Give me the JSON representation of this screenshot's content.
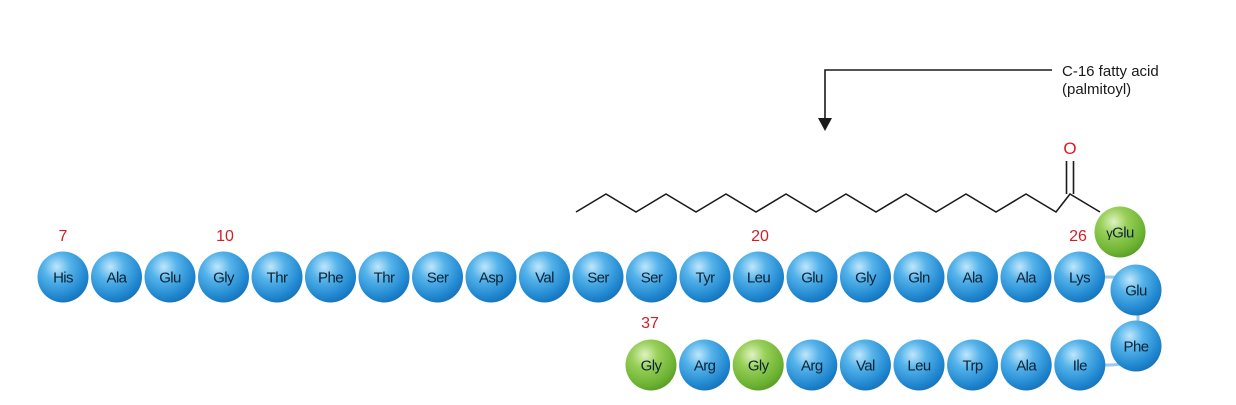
{
  "colors": {
    "blue_residue": "#2a92d6",
    "green_residue": "#78bb3a",
    "number_red": "#d21f26",
    "line": "#1a1a1a"
  },
  "top_row": [
    {
      "name": "His",
      "color": "blue"
    },
    {
      "name": "Ala",
      "color": "blue"
    },
    {
      "name": "Glu",
      "color": "blue"
    },
    {
      "name": "Gly",
      "color": "blue"
    },
    {
      "name": "Thr",
      "color": "blue"
    },
    {
      "name": "Phe",
      "color": "blue"
    },
    {
      "name": "Thr",
      "color": "blue"
    },
    {
      "name": "Ser",
      "color": "blue"
    },
    {
      "name": "Asp",
      "color": "blue"
    },
    {
      "name": "Val",
      "color": "blue"
    },
    {
      "name": "Ser",
      "color": "blue"
    },
    {
      "name": "Ser",
      "color": "blue"
    },
    {
      "name": "Tyr",
      "color": "blue"
    },
    {
      "name": "Leu",
      "color": "blue"
    },
    {
      "name": "Glu",
      "color": "blue"
    },
    {
      "name": "Gly",
      "color": "blue"
    },
    {
      "name": "Gln",
      "color": "blue"
    },
    {
      "name": "Ala",
      "color": "blue"
    },
    {
      "name": "Ala",
      "color": "blue"
    },
    {
      "name": "Lys",
      "color": "blue"
    }
  ],
  "gamma_glu": {
    "name": "Glu",
    "prefix": "γ",
    "color": "green"
  },
  "turn_residues": [
    {
      "name": "Glu",
      "color": "blue"
    },
    {
      "name": "Phe",
      "color": "blue"
    }
  ],
  "bottom_row": [
    {
      "name": "Gly",
      "color": "green"
    },
    {
      "name": "Arg",
      "color": "blue"
    },
    {
      "name": "Gly",
      "color": "green"
    },
    {
      "name": "Arg",
      "color": "blue"
    },
    {
      "name": "Val",
      "color": "blue"
    },
    {
      "name": "Leu",
      "color": "blue"
    },
    {
      "name": "Trp",
      "color": "blue"
    },
    {
      "name": "Ala",
      "color": "blue"
    },
    {
      "name": "Ile",
      "color": "blue"
    }
  ],
  "position_numbers": {
    "n7": "7",
    "n10": "10",
    "n20": "20",
    "n26": "26",
    "n37": "37"
  },
  "fatty_acid": {
    "line1": "C-16 fatty acid",
    "line2": "(palmitoyl)",
    "carbonyl_oxygen": "O"
  }
}
